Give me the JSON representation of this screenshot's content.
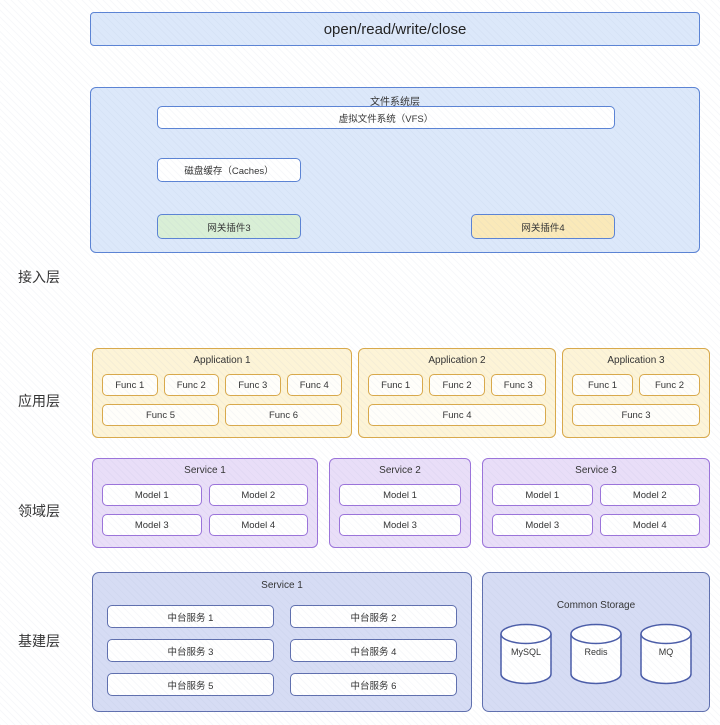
{
  "banner": {
    "label": "open/read/write/close"
  },
  "access_layer": {
    "label": "接入层",
    "box_title": "文件系统层",
    "vfs": "虚拟文件系统（VFS）",
    "caches": "磁盘缓存（Caches）",
    "plugin3": "网关插件3",
    "plugin4": "网关插件4"
  },
  "app_layer": {
    "label": "应用层",
    "applications": [
      {
        "title": "Application 1",
        "rows": [
          [
            "Func 1",
            "Func 2",
            "Func 3",
            "Func 4"
          ],
          [
            "Func 5",
            "Func 6"
          ]
        ]
      },
      {
        "title": "Application 2",
        "rows": [
          [
            "Func 1",
            "Func 2",
            "Func 3"
          ],
          [
            "Func 4"
          ]
        ]
      },
      {
        "title": "Application 3",
        "rows": [
          [
            "Func 1",
            "Func 2"
          ],
          [
            "Func 3"
          ]
        ]
      }
    ]
  },
  "domain_layer": {
    "label": "领域层",
    "services": [
      {
        "title": "Service 1",
        "rows": [
          [
            "Model 1",
            "Model 2"
          ],
          [
            "Model 3",
            "Model 4"
          ]
        ]
      },
      {
        "title": "Service 2",
        "rows": [
          [
            "Model 1"
          ],
          [
            "Model 3"
          ]
        ]
      },
      {
        "title": "Service 3",
        "rows": [
          [
            "Model 1",
            "Model 2"
          ],
          [
            "Model 3",
            "Model 4"
          ]
        ]
      }
    ]
  },
  "infra_layer": {
    "label": "基建层",
    "service": {
      "title": "Service 1",
      "rows": [
        [
          "中台服务 1",
          "中台服务 2"
        ],
        [
          "中台服务 3",
          "中台服务 4"
        ],
        [
          "中台服务 5",
          "中台服务 6"
        ]
      ]
    },
    "storage": {
      "title": "Common Storage",
      "databases": [
        "MySQL",
        "Redis",
        "MQ"
      ]
    }
  },
  "colors": {
    "access_fill": "#dce8fa",
    "access_border": "#5b83d4",
    "plugin3_fill": "#d9efd6",
    "plugin4_fill": "#fae9b9",
    "app_fill": "#fdf4d7",
    "app_border": "#d9a94a",
    "domain_fill": "#e9def8",
    "domain_border": "#9b73da",
    "infra_fill": "#d6dcf4",
    "infra_border": "#5f6fae",
    "text": "#333333"
  }
}
